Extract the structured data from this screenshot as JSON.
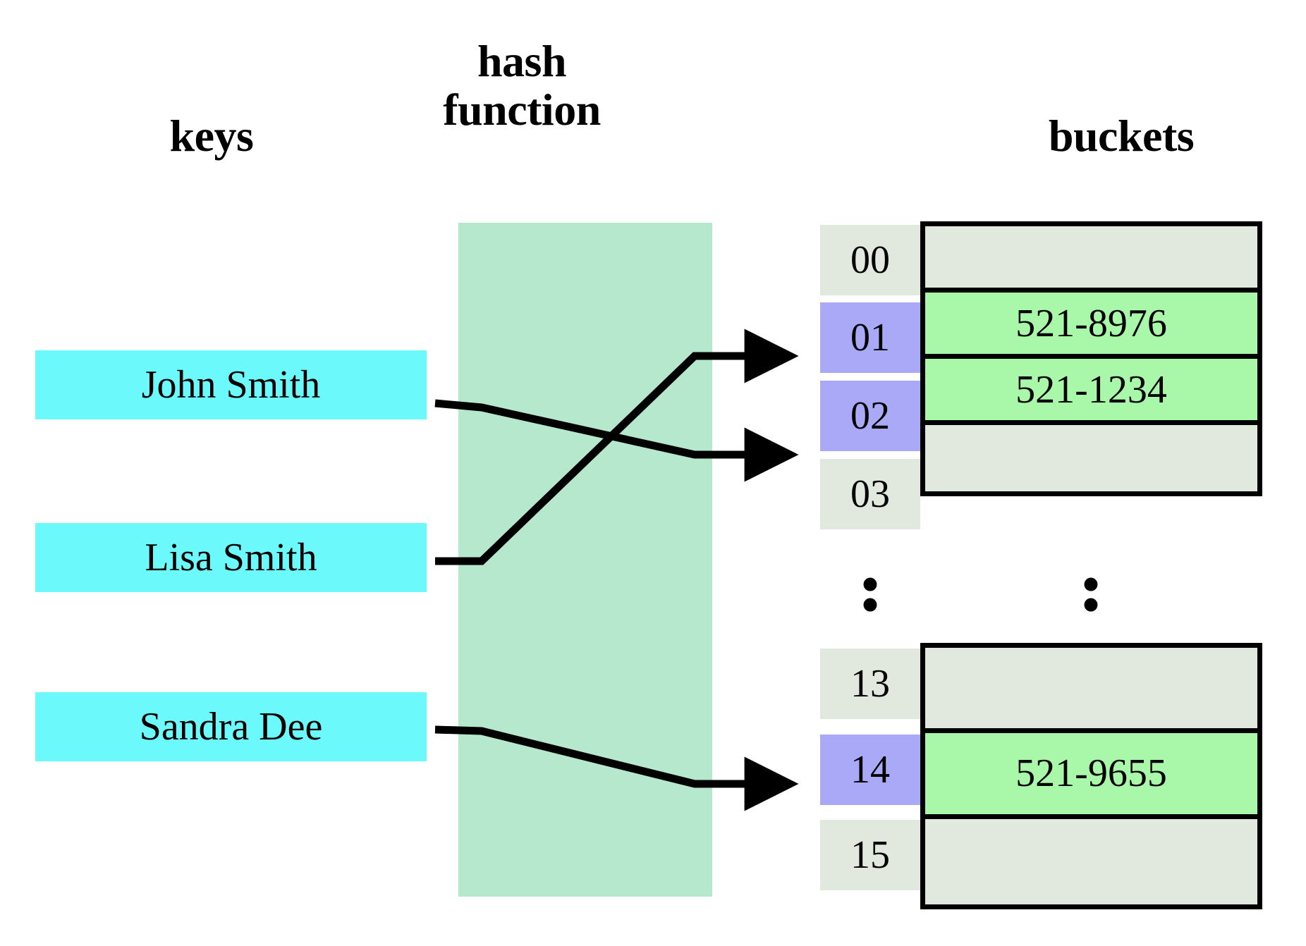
{
  "headings": {
    "keys": "keys",
    "hash_function": "hash\nfunction",
    "buckets": "buckets"
  },
  "keys": [
    {
      "label": "John Smith"
    },
    {
      "label": "Lisa Smith"
    },
    {
      "label": "Sandra Dee"
    }
  ],
  "index_cells": [
    {
      "label": "00",
      "highlighted": false
    },
    {
      "label": "01",
      "highlighted": true
    },
    {
      "label": "02",
      "highlighted": true
    },
    {
      "label": "03",
      "highlighted": false
    },
    {
      "label": "13",
      "highlighted": false
    },
    {
      "label": "14",
      "highlighted": true
    },
    {
      "label": "15",
      "highlighted": false
    }
  ],
  "ellipsis": {
    "index_column": "∶",
    "bucket_column": "∶",
    "dot": "•"
  },
  "buckets_top": [
    {
      "value": "",
      "filled": false
    },
    {
      "value": "521-8976",
      "filled": true
    },
    {
      "value": "521-1234",
      "filled": true
    },
    {
      "value": "",
      "filled": false
    }
  ],
  "buckets_bottom": [
    {
      "value": "",
      "filled": false
    },
    {
      "value": "521-9655",
      "filled": true
    },
    {
      "value": "",
      "filled": false
    }
  ],
  "mappings": [
    {
      "from": "John Smith",
      "to_index": "02",
      "to_value": "521-1234"
    },
    {
      "from": "Lisa Smith",
      "to_index": "01",
      "to_value": "521-8976"
    },
    {
      "from": "Sandra Dee",
      "to_index": "14",
      "to_value": "521-9655"
    }
  ],
  "colors": {
    "key_box": "#6cf9fb",
    "hash_band": "#b6e8cd",
    "index_default": "#e1e9de",
    "index_highlight": "#a9a9f7",
    "bucket_empty": "#e1e9de",
    "bucket_filled": "#a9f7a9",
    "stroke": "#000000",
    "background": "#ffffff"
  }
}
